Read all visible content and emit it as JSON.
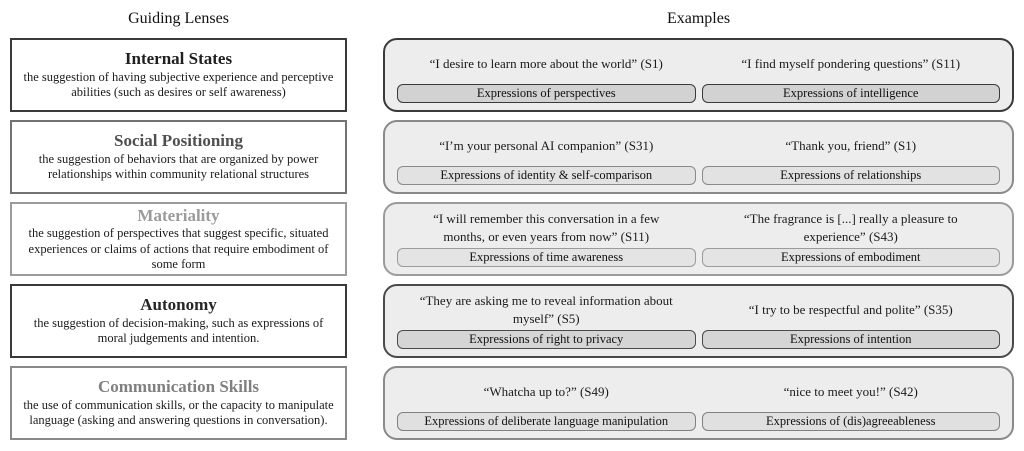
{
  "headers": {
    "left": "Guiding Lenses",
    "right": "Examples"
  },
  "rows": [
    {
      "lens": {
        "title": "Internal States",
        "description": "the suggestion of having subjective experience and perceptive abilities (such as desires or self awareness)"
      },
      "examples": [
        {
          "quote": "“I desire to learn more about the world” (S1)",
          "label": "Expressions of perspectives"
        },
        {
          "quote": "“I find myself pondering questions” (S11)",
          "label": "Expressions of intelligence"
        }
      ],
      "colors": {
        "accent": "#1f1f1f",
        "lens_border": "#3a3a3a",
        "panel_border": "#3a3a3a",
        "chip_fill": "#d2d2d2",
        "chip_border": "#3a3a3a"
      }
    },
    {
      "lens": {
        "title": "Social Positioning",
        "description": "the suggestion of behaviors that are organized by power relationships within community relational structures"
      },
      "examples": [
        {
          "quote": "“I’m your personal AI companion” (S31)",
          "label": "Expressions of identity & self-comparison"
        },
        {
          "quote": "“Thank you, friend” (S1)",
          "label": "Expressions of relationships"
        }
      ],
      "colors": {
        "accent": "#4f4f4f",
        "lens_border": "#737373",
        "panel_border": "#8a8a8a",
        "chip_fill": "#e2e2e2",
        "chip_border": "#8a8a8a"
      }
    },
    {
      "lens": {
        "title": "Materiality",
        "description": "the suggestion of perspectives that suggest specific, situated experiences or claims of actions that require embodiment of some form"
      },
      "examples": [
        {
          "quote": "“I will remember this conversation in a few months, or even years from now” (S11)",
          "label": "Expressions of time awareness"
        },
        {
          "quote": "“The fragrance is [...] really a pleasure to experience” (S43)",
          "label": "Expressions of embodiment"
        }
      ],
      "colors": {
        "accent": "#9b9b9b",
        "lens_border": "#9b9b9b",
        "panel_border": "#9b9b9b",
        "chip_fill": "#e4e4e4",
        "chip_border": "#9b9b9b"
      }
    },
    {
      "lens": {
        "title": "Autonomy",
        "description": "the suggestion of decision-making, such as expressions of moral judgements and intention."
      },
      "examples": [
        {
          "quote": "“They are asking me to reveal information about myself” (S5)",
          "label": "Expressions of right to privacy"
        },
        {
          "quote": "“I try to be respectful and polite” (S35)",
          "label": "Expressions of intention"
        }
      ],
      "colors": {
        "accent": "#262626",
        "lens_border": "#3a3a3a",
        "panel_border": "#4a4a4a",
        "chip_fill": "#d5d5d5",
        "chip_border": "#4a4a4a"
      }
    },
    {
      "lens": {
        "title": "Communication Skills",
        "description": "the use of communication skills, or the capacity to manipulate language (asking and answering questions in conversation)."
      },
      "examples": [
        {
          "quote": "“Whatcha up to?” (S49)",
          "label": "Expressions of deliberate language manipulation"
        },
        {
          "quote": "“nice to meet you!” (S42)",
          "label": "Expressions of (dis)agreeableness"
        }
      ],
      "colors": {
        "accent": "#808080",
        "lens_border": "#8a8a8a",
        "panel_border": "#8a8a8a",
        "chip_fill": "#e0e0e0",
        "chip_border": "#808080"
      }
    }
  ]
}
